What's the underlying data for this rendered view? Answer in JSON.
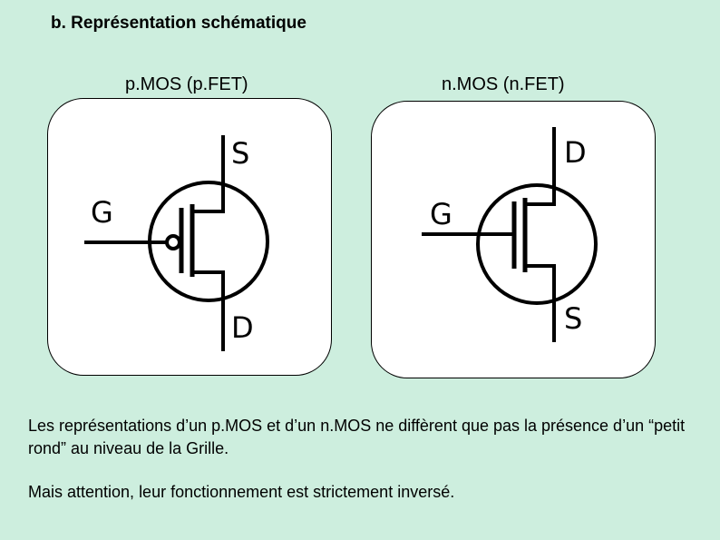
{
  "section_title": "b. Représentation schématique",
  "pmos": {
    "label": "p.MOS (p.FET)",
    "gate": "G",
    "top_terminal": "S",
    "bottom_terminal": "D"
  },
  "nmos": {
    "label": "n.MOS (n.FET)",
    "gate": "G",
    "top_terminal": "D",
    "bottom_terminal": "S"
  },
  "description": {
    "line1": "Les représentations d’un p.MOS et d’un n.MOS ne diffèrent que pas la présence d’un “petit rond” au niveau de la Grille.",
    "line2": "Mais attention, leur fonctionnement est strictement inversé."
  }
}
